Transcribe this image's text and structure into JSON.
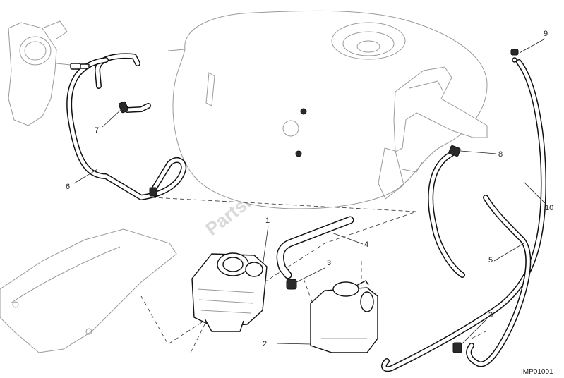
{
  "callouts": {
    "c1": "1",
    "c2": "2",
    "c3a": "3",
    "c3b": "3",
    "c4": "4",
    "c5": "5",
    "c6": "6",
    "c7": "7",
    "c8": "8",
    "c9": "9",
    "c10": "10"
  },
  "drawing_code": "IMP01001",
  "watermark": "PartsRepublik"
}
